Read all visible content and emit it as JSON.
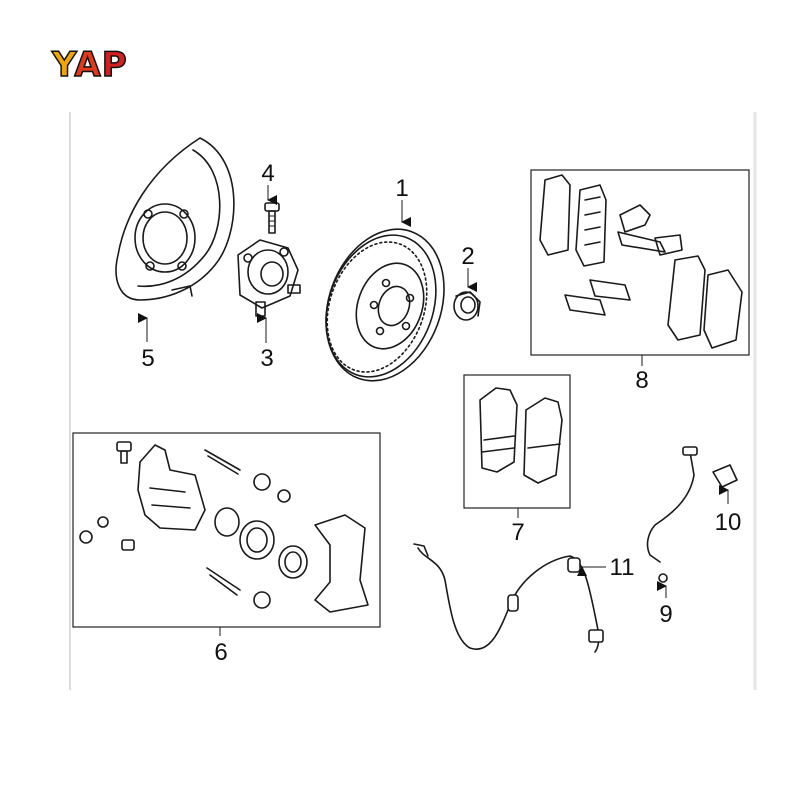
{
  "logo": {
    "y": "Y",
    "a": "A",
    "p": "P",
    "color_y": "#f2a700",
    "color_a": "#e03a1e",
    "color_p": "#d21f1f"
  },
  "callouts": [
    "1",
    "2",
    "3",
    "4",
    "5",
    "6",
    "7",
    "8",
    "9",
    "10",
    "11"
  ]
}
